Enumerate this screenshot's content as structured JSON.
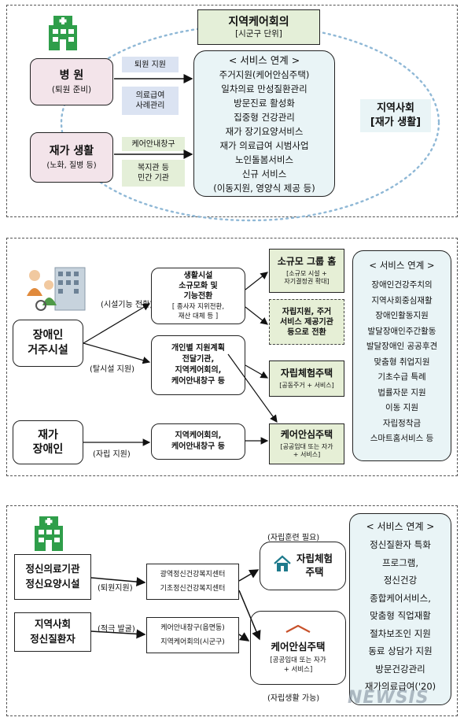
{
  "panel1": {
    "council_title": "지역케어회의",
    "council_sub": "[시군구 단위]",
    "hospital_title": "병 원",
    "hospital_sub": "(퇴원 준비)",
    "home_title": "재가 생활",
    "home_sub": "(노화, 질병 등)",
    "label_discharge": "퇴원 지원",
    "label_medicaid": "의료급여\n사례관리",
    "label_careguide": "케어안내창구",
    "label_welfare": "복지관 등\n민간 기관",
    "service_header": "< 서비스 연계 >",
    "services": [
      "주거지원(케어안심주택)",
      "일차의료 만성질환관리",
      "방문진료 활성화",
      "집중형 건강관리",
      "재가 장기요양서비스",
      "재가 의료급여 시범사업",
      "노인돌봄서비스",
      "신규 서비스",
      "(이동지원, 영양식 제공 등)"
    ],
    "community_title": "지역사회\n[재가 생활]"
  },
  "panel2": {
    "facility_title": "장애인\n거주시설",
    "home_title": "재가\n장애인",
    "label_convert": "(시설기능 전환)",
    "label_deinst": "(탈시설 지원)",
    "label_independent": "(자립 지원)",
    "box_function": "생활시설\n소규모화 및\n기능전환",
    "box_function_sub": "[ 종사자 지위전환,\n재산 대체 등 ]",
    "box_support": "개인별 지원계획\n전달기관,\n지역케어회의,\n케어안내창구 등",
    "box_council": "지역케어회의,\n케어안내창구 등",
    "group_home": "소규모 그룹 홈",
    "group_home_sub": "[소규모 시설 +\n자기결정권 확대]",
    "independence_support": "자립지원, 주거\n서비스 제공기관\n등으로 전환",
    "experience_home": "자립체험주택",
    "experience_home_sub": "[공동주거 + 서비스]",
    "safe_home": "케어안심주택",
    "safe_home_sub": "[공공임대 또는 자가\n+ 서비스]",
    "service_header": "< 서비스 연계 >",
    "services": [
      "장애인건강주치의",
      "지역사회중심재활",
      "장애인활동지원",
      "발달장애인주간활동",
      "발달장애인 공공후견",
      "맞춤형 취업지원",
      "기초수급 특례",
      "법률자문 지원",
      "이동 지원",
      "자립정착금",
      "스마트홈서비스 등"
    ]
  },
  "panel3": {
    "mental_inst": "정신의료기관\n정신요양시설",
    "community_patient": "지역사회\n정신질환자",
    "label_discharge": "(퇴원지원)",
    "label_discovery": "(적극 발굴)",
    "center_box1": [
      "광역정신건강복지센터",
      "기초정신건강복지센터"
    ],
    "center_box2": [
      "케어안내창구(읍면동)",
      "지역케어회의(시군구)"
    ],
    "training_needed": "(자립훈련 필요)",
    "experience_home": "자립체험\n주택",
    "safe_home": "케어안심주택",
    "safe_home_sub": "[공공임대 또는 자가\n+ 서비스]",
    "possible_independent": "(자립생활 가능)",
    "service_header": "< 서비스 연계 >",
    "services": [
      "정신질환자 특화",
      "프로그램,",
      "정신건강",
      "종합케어서비스,",
      "맞춤형 직업재활",
      "절차보조인 지원",
      "동료 상담가 지원",
      "방문건강관리",
      "재가의료급여('20)"
    ],
    "watermark": "NEWSIS"
  },
  "colors": {
    "hospital_fill": "#f3e4ea",
    "council_fill": "#e4efd8",
    "label_fill": "#dbe3f2",
    "service_fill": "#e9f4f6",
    "group_fill": "#e6efd6",
    "hospital_green": "#2f9e4a",
    "dotted": "#8fb8d6"
  }
}
